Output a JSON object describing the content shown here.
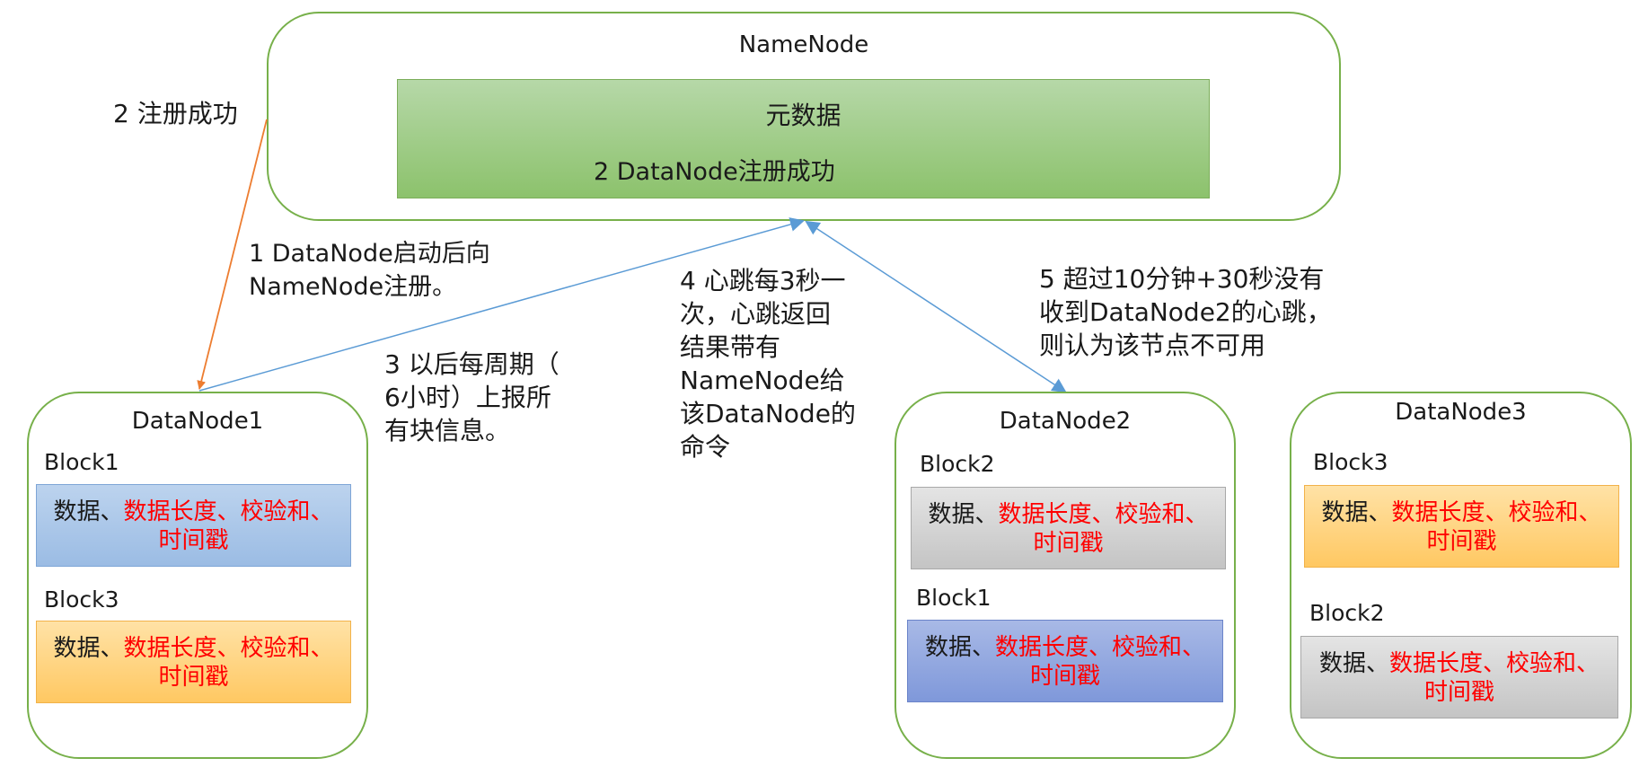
{
  "namenode": {
    "title": "NameNode",
    "metadata": "元数据",
    "registered": "2 DataNode注册成功"
  },
  "annotations": {
    "registration_success": "2 注册成功",
    "step1_line1": "1 DataNode启动后向",
    "step1_line2": "NameNode注册。",
    "step3_line1": "3 以后每周期（",
    "step3_line2": "6小时）上报所",
    "step3_line3": "有块信息。",
    "step4_line1": "4 心跳每3秒一",
    "step4_line2": "次，心跳返回",
    "step4_line3": "结果带有",
    "step4_line4": "NameNode给",
    "step4_line5": "该DataNode的",
    "step4_line6": "命令",
    "step5_line1": "5 超过10分钟+30秒没有",
    "step5_line2": "收到DataNode2的心跳，",
    "step5_line3": "则认为该节点不可用"
  },
  "block_text": {
    "black": "数据、",
    "red": "数据长度、校验和、",
    "line2": "时间戳"
  },
  "datanodes": [
    {
      "title": "DataNode1",
      "blocks": [
        {
          "label": "Block1"
        },
        {
          "label": "Block3"
        }
      ]
    },
    {
      "title": "DataNode2",
      "blocks": [
        {
          "label": "Block2"
        },
        {
          "label": "Block1"
        }
      ]
    },
    {
      "title": "DataNode3",
      "blocks": [
        {
          "label": "Block3"
        },
        {
          "label": "Block2"
        }
      ]
    }
  ],
  "colors": {
    "node_border": "#77b04a",
    "register_arrow": "#ed7d31",
    "heartbeat_arrow": "#5b9bd5",
    "highlight_text": "#ff0000"
  }
}
